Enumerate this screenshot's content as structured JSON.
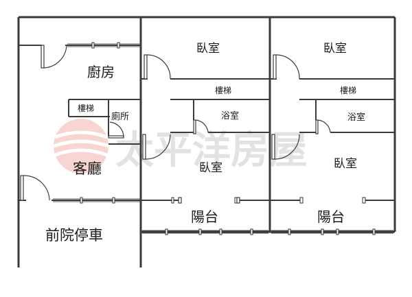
{
  "rooms": {
    "kitchen": "廚房",
    "bedroom_top_mid": "臥室",
    "bedroom_top_right": "臥室",
    "stairs_mid": "樓梯",
    "stairs_right": "樓梯",
    "stairs_left": "樓梯",
    "toilet": "廁所",
    "bath_mid": "浴室",
    "bath_right": "浴室",
    "living": "客廳",
    "bedroom_mid": "臥室",
    "bedroom_right": "臥室",
    "balcony_mid": "陽台",
    "balcony_right": "陽台",
    "front_yard_parking": "前院停車"
  },
  "watermark": {
    "text": "太平洋房屋",
    "logo_color": "#e8736a"
  }
}
